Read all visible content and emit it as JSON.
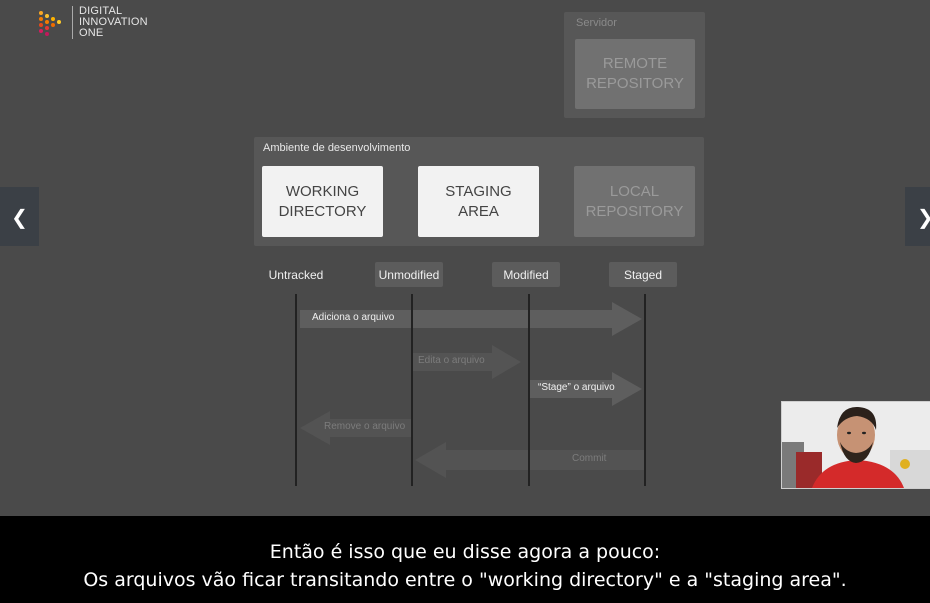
{
  "logo": {
    "line1": "DIGITAL",
    "line2": "INNOVATION",
    "line3": "ONE"
  },
  "diagram": {
    "server_panel_label": "Servidor",
    "remote_repo": [
      "REMOTE",
      "REPOSITORY"
    ],
    "dev_panel_label": "Ambiente de desenvolvimento",
    "working_directory": [
      "WORKING",
      "DIRECTORY"
    ],
    "staging_area": [
      "STAGING",
      "AREA"
    ],
    "local_repo": [
      "LOCAL",
      "REPOSITORY"
    ],
    "states": [
      "Untracked",
      "Unmodified",
      "Modified",
      "Staged"
    ],
    "arrows": {
      "adiciona": "Adiciona o arquivo",
      "edita": "Edita o arquivo",
      "stage": "“Stage” o arquivo",
      "remove": "Remove o arquivo",
      "commit": "Commit"
    }
  },
  "nav": {
    "prev_icon": "chevron-left-icon",
    "next_icon": "chevron-right-icon"
  },
  "subtitles": {
    "line1": "Então é isso que eu disse agora a pouco:",
    "line2": "Os arquivos vão ficar transitando entre o \"working directory\" e a \"staging area\"."
  },
  "colors": {
    "background": "#4a4a4a",
    "panel": "#575757",
    "active_box": "#f2f2f2",
    "dim_box": "#717171",
    "arrow": "#5e5e5e",
    "subtitle_bg": "#000000"
  }
}
